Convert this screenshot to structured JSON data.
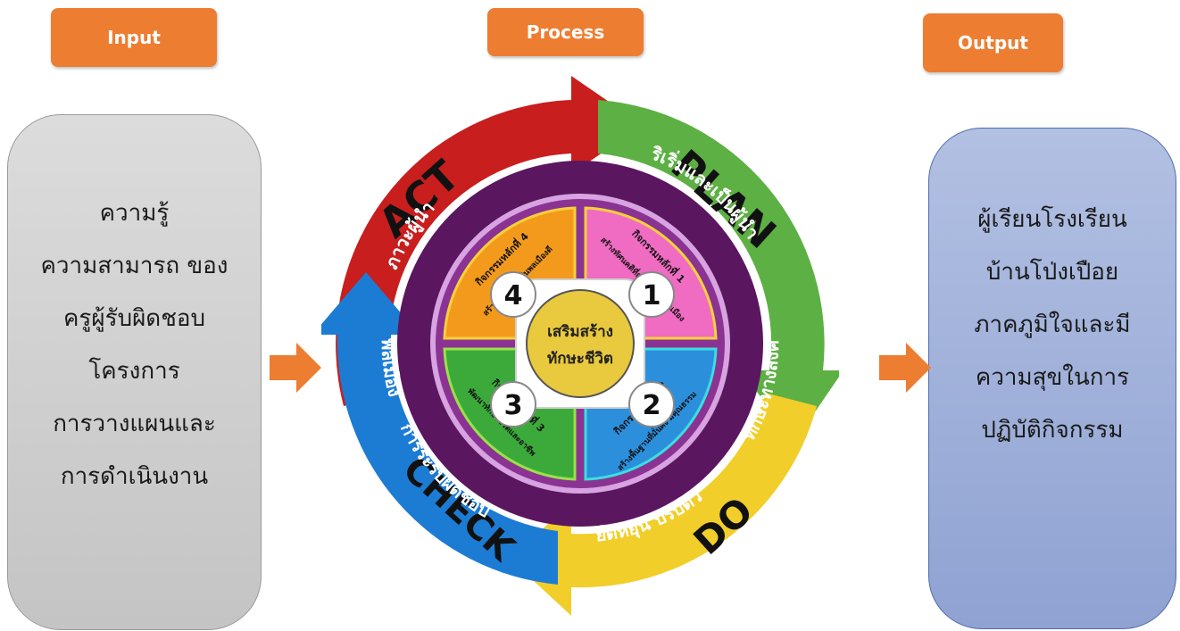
{
  "headers": {
    "input": "Input",
    "process": "Process",
    "output": "Output"
  },
  "input_panel": {
    "lines": [
      "ความรู้",
      "ความสามารถ ของ",
      "ครูผู้รับผิดชอบ",
      "โครงการ",
      "การวางแผนและ",
      "การดำเนินงาน"
    ]
  },
  "output_panel": {
    "lines": [
      "ผู้เรียนโรงเรียน",
      "บ้านโป่งเปือย",
      "ภาคภูมิใจและมี",
      "ความสุขในการ",
      "ปฏิบัติกิจกรรม"
    ]
  },
  "cycle": {
    "phases": {
      "act": "ACT",
      "plan": "PLAN",
      "do": "DO",
      "check": "CHECK"
    },
    "ring_labels": {
      "top_left": "ภาวะผู้นำ",
      "top_right": "ริเริ่มและเป็นผู้นำ",
      "right": "ทักษะทางสังคม",
      "bottom": "ยืดหยุ่น ปรับตัว",
      "bottom_left": "การระรับผิดชอบ",
      "left": "พลเมือง"
    },
    "quadrants": [
      {
        "number": "1",
        "title": "กิจกรรมหลักที่ 1",
        "subtitle": "สร้างทัศนคติที่ถูกต้องต่อบ้านเมือง"
      },
      {
        "number": "2",
        "title": "กิจกรรมหลักที่ 2",
        "subtitle": "สร้างพื้นฐานที่มั่นคง มีคุณธรรม"
      },
      {
        "number": "3",
        "title": "กิจกรรมหลักที่ 3",
        "subtitle": "พัฒนาทักษะชีวิตและอาชีพ"
      },
      {
        "number": "4",
        "title": "กิจกรรมหลักที่ 4",
        "subtitle": "สร้างผู้เรียนให้เป็นพลเมืองดี"
      }
    ],
    "center": {
      "line1": "เสริมสร้าง",
      "line2": "ทักษะชีวิต"
    }
  },
  "colors": {
    "header": "#ED7D31",
    "act": "#C81E1E",
    "plan": "#5DB043",
    "do": "#F2CE2A",
    "check": "#1C7CD4",
    "ring": "#5B1660",
    "q1": "#F06BC2",
    "q2": "#2C8FDC",
    "q3": "#3BAA3B",
    "q4": "#F39A1C",
    "center": "#E9C93D"
  }
}
